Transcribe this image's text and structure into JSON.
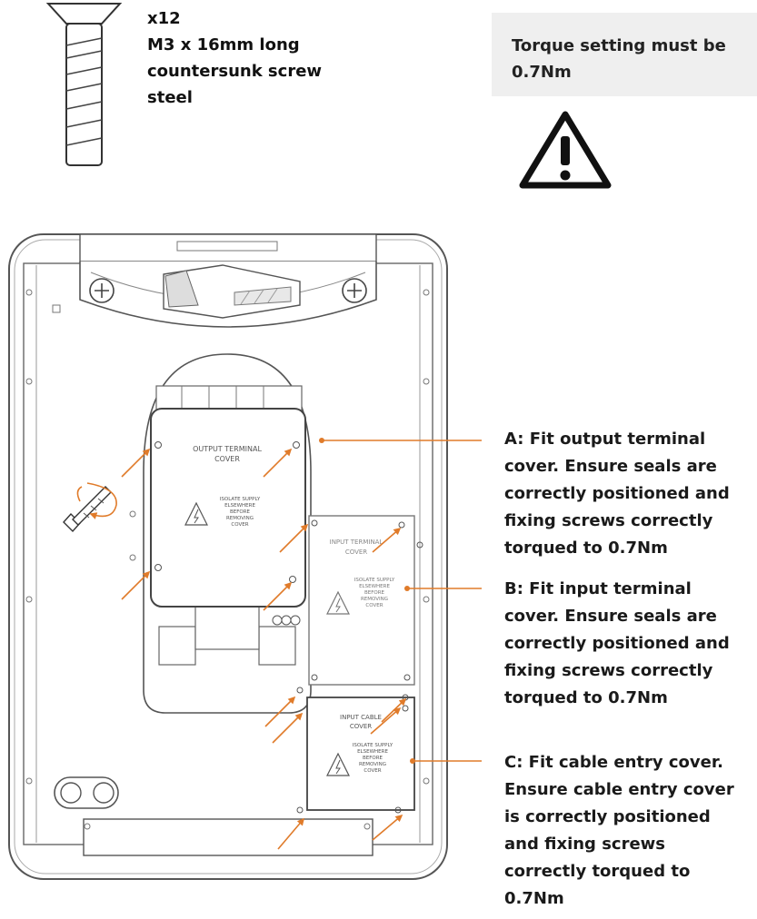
{
  "screw": {
    "quantity": "x12",
    "spec_line1": "M3 x 16mm long",
    "spec_line2": "countersunk screw",
    "spec_line3": "steel"
  },
  "torque_note": {
    "line1": "Torque setting must be",
    "line2": "0.7Nm"
  },
  "icons": {
    "warning": "warning-triangle-icon",
    "hazard": "electric-hazard-icon",
    "screw": "countersunk-screw-icon",
    "rotate": "rotate-arrow-icon"
  },
  "colors": {
    "accent": "#e07b2a",
    "line": "#555555",
    "note_bg": "#efefef"
  },
  "covers": {
    "output": {
      "title1": "OUTPUT TERMINAL",
      "title2": "COVER",
      "label1": "ISOLATE SUPPLY",
      "label2": "ELSEWHERE",
      "label3": "BEFORE",
      "label4": "REMOVING",
      "label5": "COVER"
    },
    "input": {
      "title1": "INPUT TERMINAL",
      "title2": "COVER",
      "label1": "ISOLATE SUPPLY",
      "label2": "ELSEWHERE",
      "label3": "BEFORE",
      "label4": "REMOVING",
      "label5": "COVER"
    },
    "cable": {
      "title1": "INPUT CABLE",
      "title2": "COVER",
      "label1": "ISOLATE SUPPLY",
      "label2": "ELSEWHERE",
      "label3": "BEFORE",
      "label4": "REMOVING",
      "label5": "COVER"
    }
  },
  "callouts": {
    "a": [
      "A: Fit output terminal",
      "cover. Ensure seals are",
      "correctly positioned and",
      "fixing screws correctly",
      "torqued to 0.7Nm"
    ],
    "b": [
      "B: Fit input terminal",
      "cover. Ensure seals are",
      "correctly positioned and",
      "fixing screws correctly",
      "torqued to 0.7Nm"
    ],
    "c": [
      "C: Fit cable entry cover.",
      "Ensure cable entry cover",
      "is correctly positioned",
      "and fixing screws",
      "correctly torqued to",
      "0.7Nm"
    ]
  }
}
